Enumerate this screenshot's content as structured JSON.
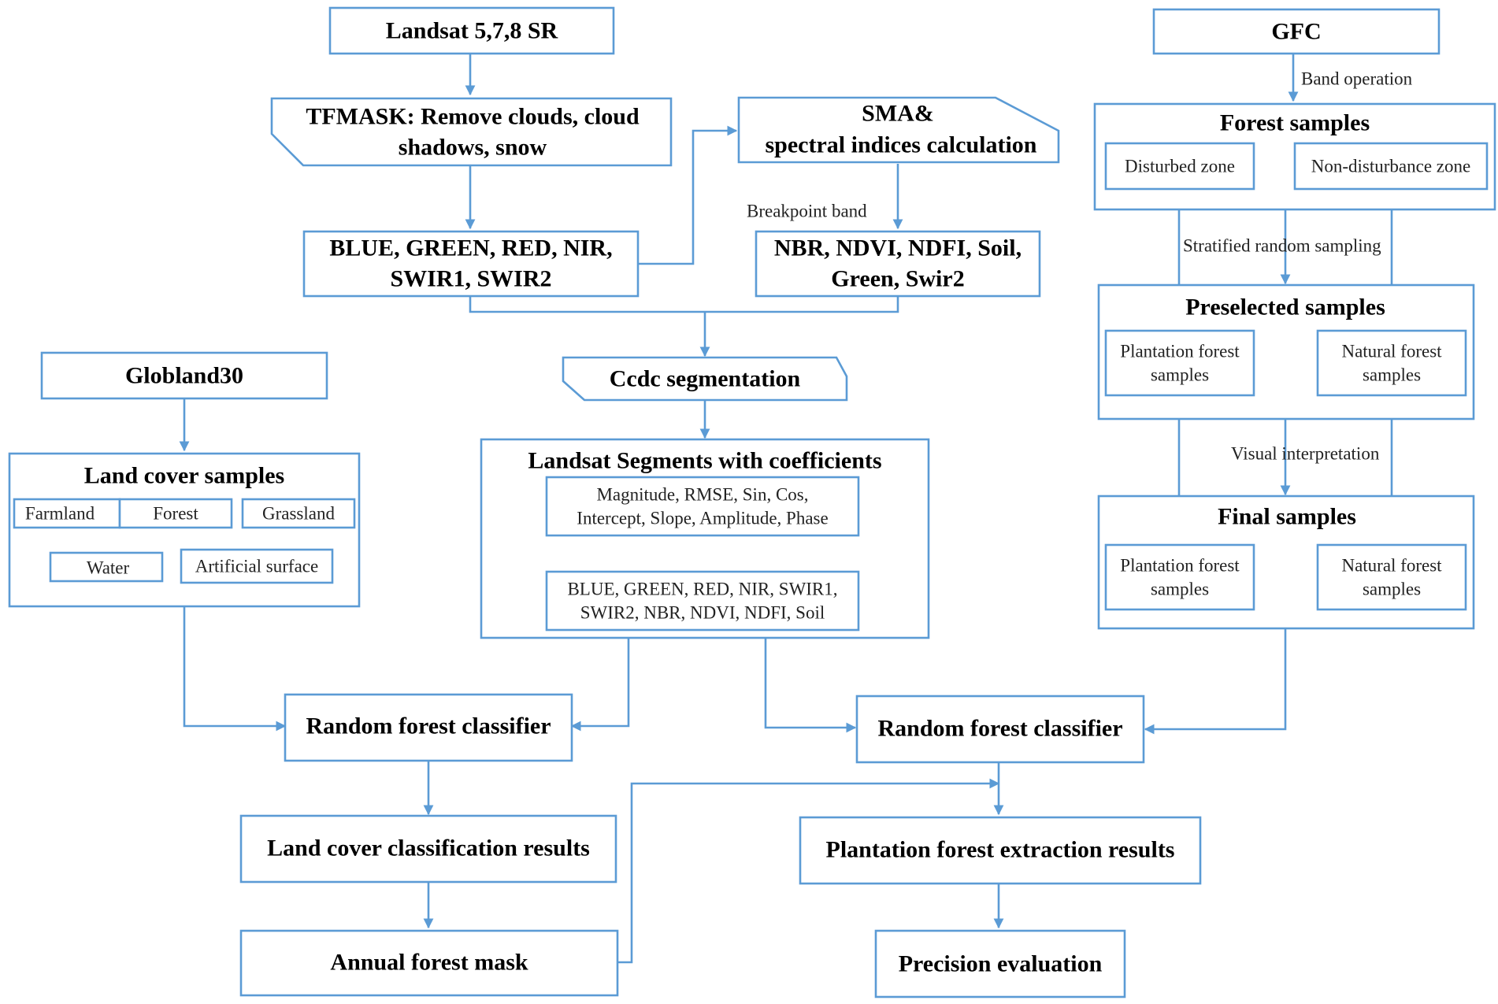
{
  "accent_color": "#5b9bd5",
  "nodes": {
    "landsat": "Landsat 5,7,8  SR",
    "tfmask_line1": "TFMASK: Remove clouds, cloud",
    "tfmask_line2": "shadows, snow",
    "bands_line1": "BLUE, GREEN, RED, NIR,",
    "bands_line2": "SWIR1, SWIR2",
    "sma_line1": "SMA&",
    "sma_line2": "spectral indices calculation",
    "indices_line1": "NBR, NDVI, NDFI, Soil,",
    "indices_line2": "Green, Swir2",
    "ccdc": "Ccdc segmentation",
    "segments_title": "Landsat Segments with coefficients",
    "coef_line1": "Magnitude, RMSE, Sin, Cos,",
    "coef_line2": "Intercept, Slope, Amplitude, Phase",
    "segbands_line1": "BLUE, GREEN, RED, NIR, SWIR1,",
    "segbands_line2": "SWIR2, NBR, NDVI, NDFI, Soil",
    "globland": "Globland30",
    "landcover_title": "Land cover samples",
    "farmland": "Farmland",
    "forest": "Forest",
    "grassland": "Grassland",
    "water": "Water",
    "artificial": "Artificial surface",
    "rf1": "Random forest classifier",
    "lc_results": "Land cover classification results",
    "forest_mask": "Annual forest mask",
    "rf2": "Random forest classifier",
    "plantation_results": "Plantation forest extraction results",
    "precision": "Precision evaluation",
    "gfc": "GFC",
    "forest_samples_title": "Forest samples",
    "disturbed": "Disturbed zone",
    "nondisturbed": "Non-disturbance zone",
    "preselected_title": "Preselected samples",
    "pre_plantation_line1": "Plantation forest",
    "pre_plantation_line2": "samples",
    "pre_natural_line1": "Natural forest",
    "pre_natural_line2": "samples",
    "final_title": "Final samples",
    "fin_plantation_line1": "Plantation forest",
    "fin_plantation_line2": "samples",
    "fin_natural_line1": "Natural forest",
    "fin_natural_line2": "samples"
  },
  "labels": {
    "band_operation": "Band operation",
    "breakpoint_band": "Breakpoint band",
    "stratified_sampling": "Stratified random sampling",
    "visual_interpretation": "Visual interpretation"
  }
}
